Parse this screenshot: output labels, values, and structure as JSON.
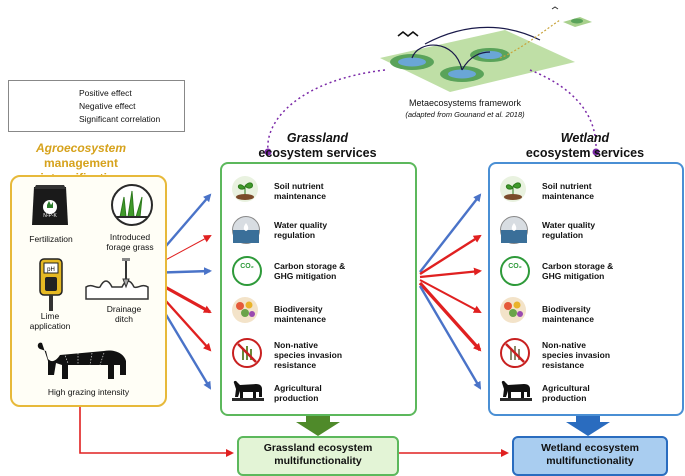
{
  "legend": {
    "positive": "Positive effect",
    "negative": "Negative effect",
    "correlation": "Significant correlation"
  },
  "agro": {
    "title_line1": "Agroecosystem",
    "title_line2": "management intensification",
    "practices": {
      "fertilization": "Fertilization",
      "forage_line1": "Introduced",
      "forage_line2": "forage grass",
      "lime_line1": "Lime",
      "lime_line2": "application",
      "drain_line1": "Drainage",
      "drain_line2": "ditch",
      "grazing": "High grazing intensity"
    },
    "bag_text": "N-P-K"
  },
  "grassland": {
    "title_italic": "Grassland",
    "title_rest": "ecosystem services",
    "multifunctionality_line1": "Grassland ecosystem",
    "multifunctionality_line2": "multifunctionality"
  },
  "wetland": {
    "title_italic": "Wetland",
    "title_rest": "ecosystem services",
    "multifunctionality_line1": "Wetland ecosystem",
    "multifunctionality_line2": "multifunctionality"
  },
  "services": {
    "soil_line1": "Soil nutrient",
    "soil_line2": "maintenance",
    "water_line1": "Water quality",
    "water_line2": "regulation",
    "carbon_line1": "Carbon storage &",
    "carbon_line2": "GHG mitigation",
    "bio_line1": "Biodiversity",
    "bio_line2": "maintenance",
    "nonnative_line1": "Non-native",
    "nonnative_line2": "species invasion",
    "nonnative_line3": "resistance",
    "agri_line1": "Agricultural",
    "agri_line2": "production"
  },
  "co2_label": "CO₂",
  "meta": {
    "caption": "Metaecosystems framework",
    "source": "(adapted from Gounand et al. 2018)"
  },
  "colors": {
    "positive": "#4a73c8",
    "negative": "#e02020",
    "grassland": "#5cb85c",
    "wetland": "#4a8fd4",
    "agro": "#e7b93a",
    "meta_link": "#7b2aa8"
  }
}
